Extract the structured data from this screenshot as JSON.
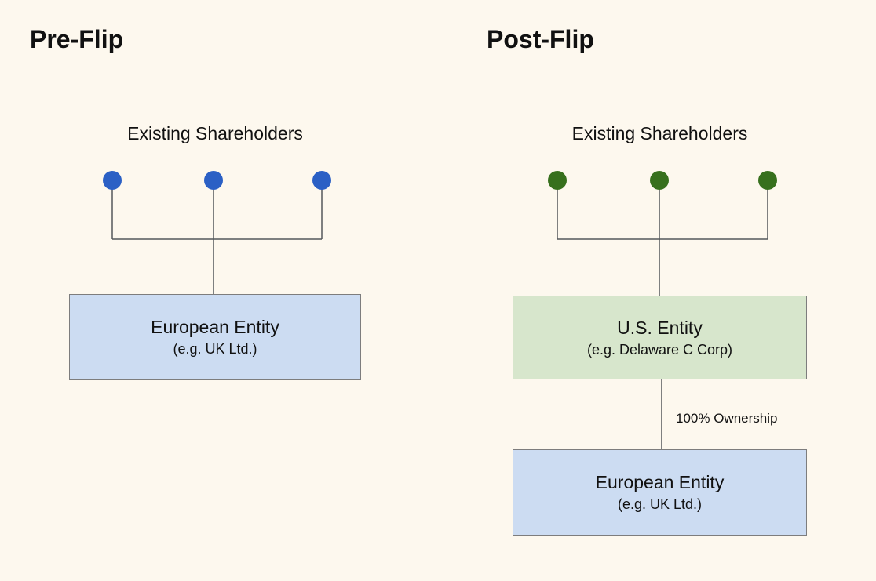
{
  "colors": {
    "background": "#fdf8ee",
    "shareholder_blue": "#2b60c5",
    "shareholder_green": "#37701d",
    "box_blue": "#ccdcf2",
    "box_green": "#d7e6cc",
    "line": "#55585c"
  },
  "pre_flip": {
    "title": "Pre-Flip",
    "shareholders_label": "Existing Shareholders",
    "entity": {
      "name": "European Entity",
      "detail": "(e.g. UK Ltd.)"
    }
  },
  "post_flip": {
    "title": "Post-Flip",
    "shareholders_label": "Existing Shareholders",
    "parent_entity": {
      "name": "U.S. Entity",
      "detail": "(e.g. Delaware C Corp)"
    },
    "ownership_label": "100% Ownership",
    "subsidiary_entity": {
      "name": "European Entity",
      "detail": "(e.g. UK Ltd.)"
    }
  }
}
